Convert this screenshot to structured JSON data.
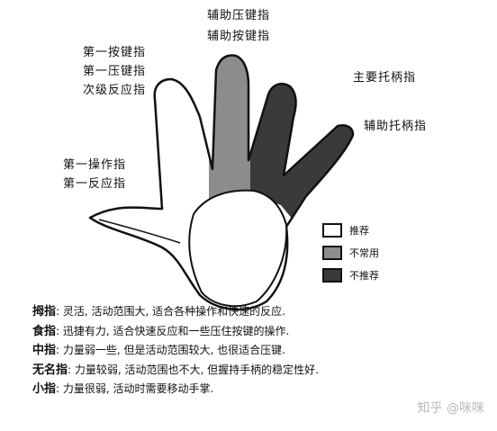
{
  "labels": {
    "middle_line1": "辅助压键指",
    "middle_line2": "辅助按键指",
    "index_line1": "第一按键指",
    "index_line2": "第一压键指",
    "index_line3": "次级反应指",
    "ring": "主要托柄指",
    "little": "辅助托柄指",
    "thumb_line1": "第一操作指",
    "thumb_line2": "第一反应指"
  },
  "legend": [
    {
      "label": "推荐",
      "color": "#ffffff"
    },
    {
      "label": "不常用",
      "color": "#8c8c8c"
    },
    {
      "label": "不推荐",
      "color": "#3a3a3a"
    }
  ],
  "notes": [
    {
      "finger": "拇指",
      "text": ": 灵活, 活动范围大, 适合各种操作和快速的反应."
    },
    {
      "finger": "食指",
      "text": ": 迅捷有力, 适合快速反应和一些压住按键的操作."
    },
    {
      "finger": "中指",
      "text": ": 力量弱一些, 但是活动范围较大, 也很适合压键."
    },
    {
      "finger": "无名指",
      "text": ": 力量较弱, 活动范围也不大, 但握持手柄的稳定性好."
    },
    {
      "finger": "小指",
      "text": ": 力量很弱, 活动时需要移动手掌."
    }
  ],
  "watermark": "知乎 @咪咪"
}
